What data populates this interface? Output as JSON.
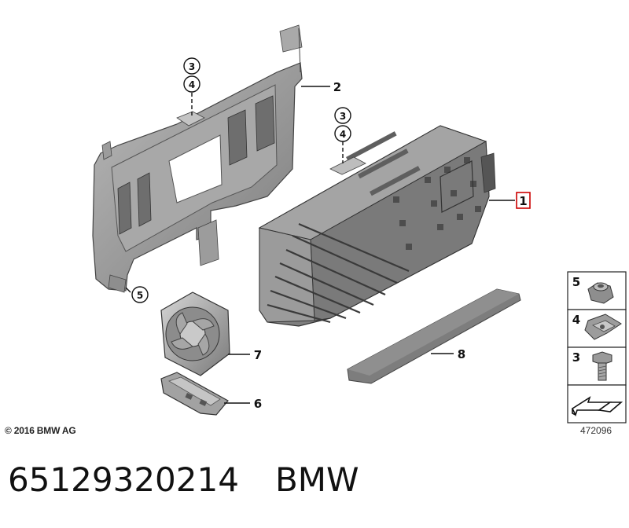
{
  "callouts": {
    "c1": "1",
    "c2": "2",
    "c3a": "3",
    "c4a": "4",
    "c3b": "3",
    "c4b": "4",
    "c5": "5",
    "c6": "6",
    "c7": "7",
    "c8": "8"
  },
  "legend": {
    "l5": "5",
    "l4": "4",
    "l3": "3"
  },
  "footer": {
    "copyright": "© 2016 BMW AG",
    "diagram_number": "472096"
  },
  "part": {
    "number": "65129320214",
    "brand": "BMW"
  },
  "colors": {
    "highlight": "#cc0000",
    "part_fill": "#8a8a8a",
    "part_dark": "#5e5e5e",
    "part_light": "#b5b5b5"
  }
}
